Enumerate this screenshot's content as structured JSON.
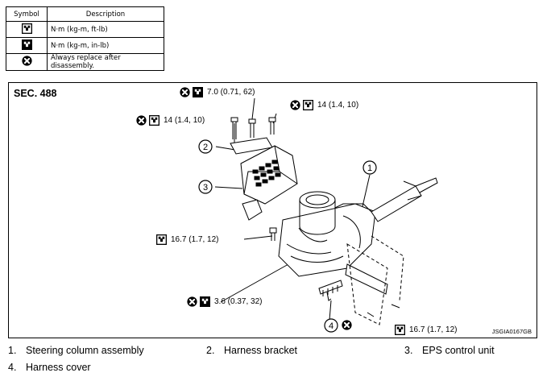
{
  "legend": {
    "header": {
      "symbol": "Symbol",
      "description": "Description"
    },
    "rows": [
      {
        "icon": "torque-wrench-icon",
        "description": "N·m (kg-m, ft-lb)"
      },
      {
        "icon": "torque-wrench-inlb-icon",
        "description": "N·m (kg-m, in-lb)"
      },
      {
        "icon": "always-replace-icon",
        "description": "Always replace after disassembly."
      }
    ]
  },
  "figure": {
    "section": "SEC. 488",
    "figure_id": "JSGIA0167GB",
    "torques": {
      "t1": "7.0 (0.71, 62)",
      "t2": "14 (1.4, 10)",
      "t3": "14 (1.4, 10)",
      "t4": "16.7 (1.7, 12)",
      "t5": "3.6 (0.37, 32)",
      "t6": "16.7 (1.7, 12)"
    },
    "callouts": [
      "1",
      "2",
      "3",
      "4"
    ]
  },
  "parts": [
    {
      "num": "1.",
      "name": "Steering column assembly"
    },
    {
      "num": "2.",
      "name": "Harness bracket"
    },
    {
      "num": "3.",
      "name": "EPS control unit"
    },
    {
      "num": "4.",
      "name": "Harness cover"
    }
  ]
}
